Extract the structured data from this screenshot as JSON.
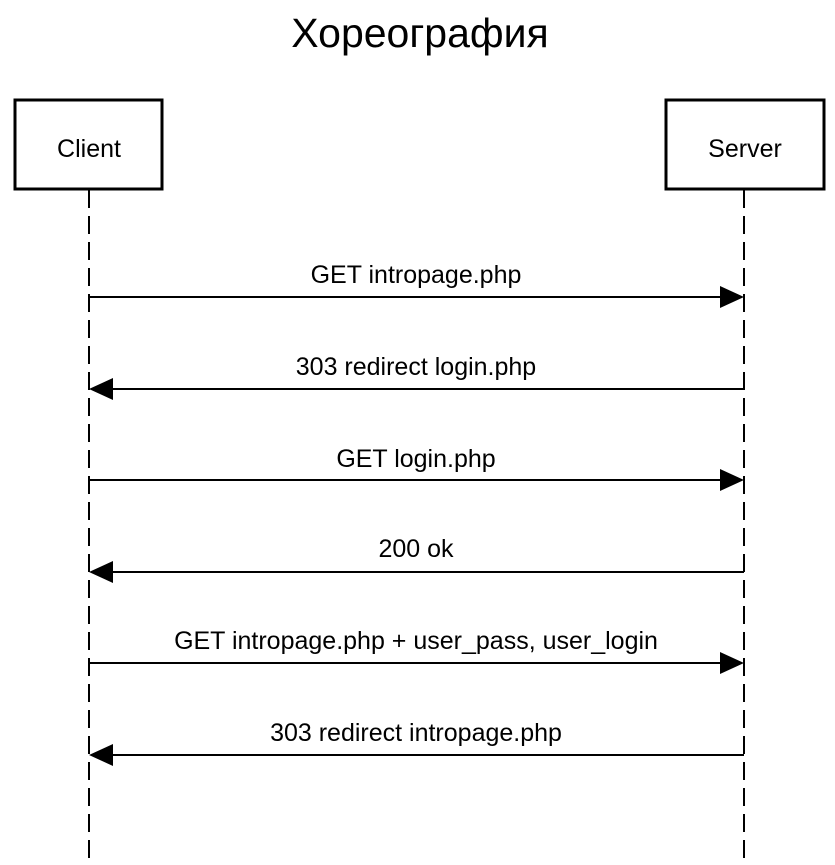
{
  "title": "Хореография",
  "participants": {
    "client": "Client",
    "server": "Server"
  },
  "messages": [
    {
      "label": "GET intropage.php",
      "from": "client",
      "to": "server"
    },
    {
      "label": "303 redirect login.php",
      "from": "server",
      "to": "client"
    },
    {
      "label": "GET login.php",
      "from": "client",
      "to": "server"
    },
    {
      "label": "200 ok",
      "from": "server",
      "to": "client"
    },
    {
      "label": "GET intropage.php + user_pass, user_login",
      "from": "client",
      "to": "server"
    },
    {
      "label": "303 redirect intropage.php",
      "from": "server",
      "to": "client"
    }
  ],
  "colors": {
    "stroke": "#000000",
    "background": "#ffffff"
  }
}
